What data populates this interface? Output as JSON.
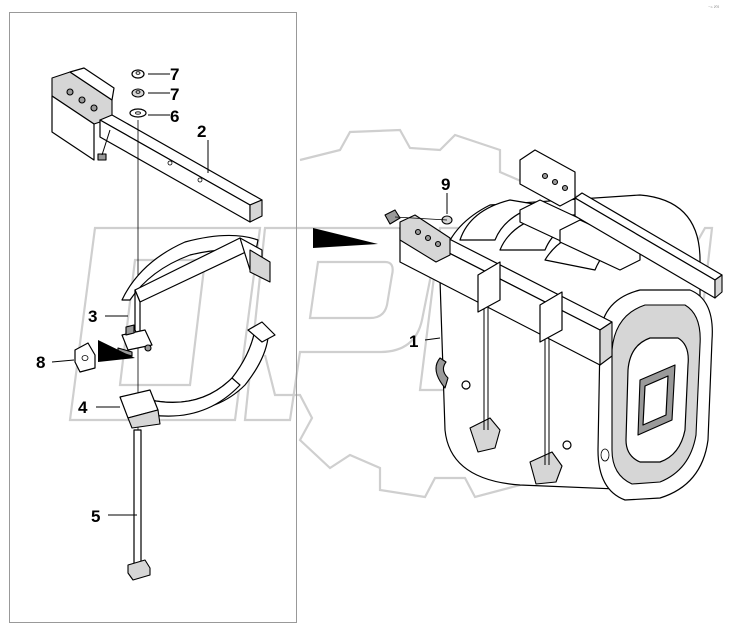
{
  "corner_mark": "⁻ⁿ ²⁰²",
  "callouts": [
    {
      "id": "1",
      "label": "1"
    },
    {
      "id": "2",
      "label": "2"
    },
    {
      "id": "3",
      "label": "3"
    },
    {
      "id": "4",
      "label": "4"
    },
    {
      "id": "5",
      "label": "5"
    },
    {
      "id": "6",
      "label": "6"
    },
    {
      "id": "7a",
      "label": "7"
    },
    {
      "id": "7b",
      "label": "7"
    },
    {
      "id": "8",
      "label": "8"
    },
    {
      "id": "9",
      "label": "9"
    }
  ],
  "watermark": {
    "text": "OPEX",
    "color": "#cfcfcf"
  }
}
